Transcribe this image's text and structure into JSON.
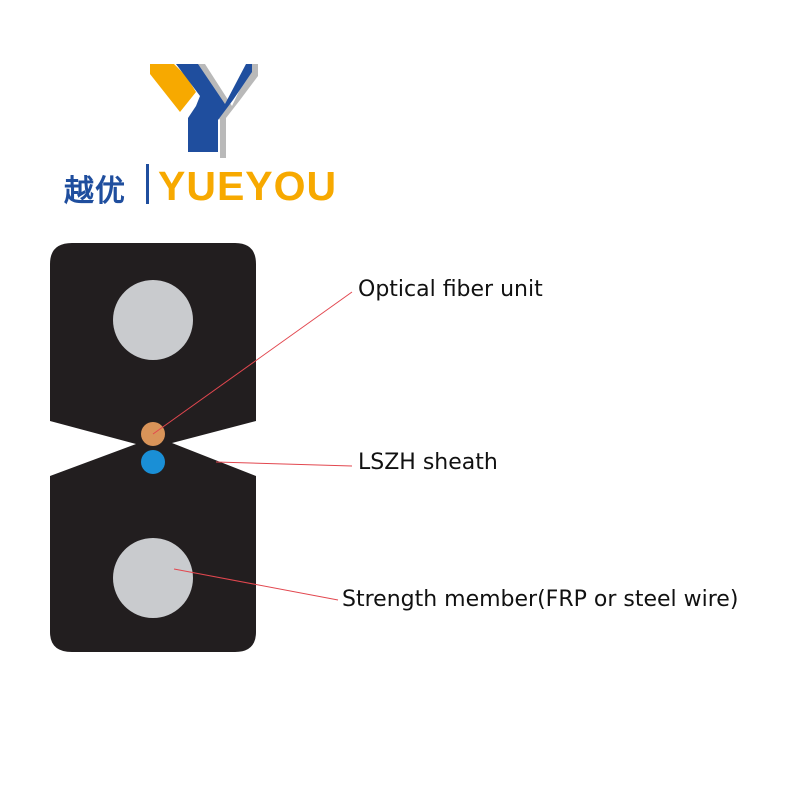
{
  "logo": {
    "chinese": "越优",
    "english": "YUEYOU",
    "colors": {
      "orange": "#f7a900",
      "blue": "#1f4e9e",
      "gray": "#b9b9b9"
    }
  },
  "diagram": {
    "labels": {
      "optical_fiber_unit": "Optical fiber unit",
      "sheath": "LSZH sheath",
      "strength_member": "Strength member(FRP or steel wire)"
    },
    "colors": {
      "sheath": "#221e1f",
      "strength_member": "#c9cbce",
      "fiber_orange": "#d99459",
      "fiber_blue": "#1a8fd6",
      "leader_line": "#e2474f"
    }
  }
}
